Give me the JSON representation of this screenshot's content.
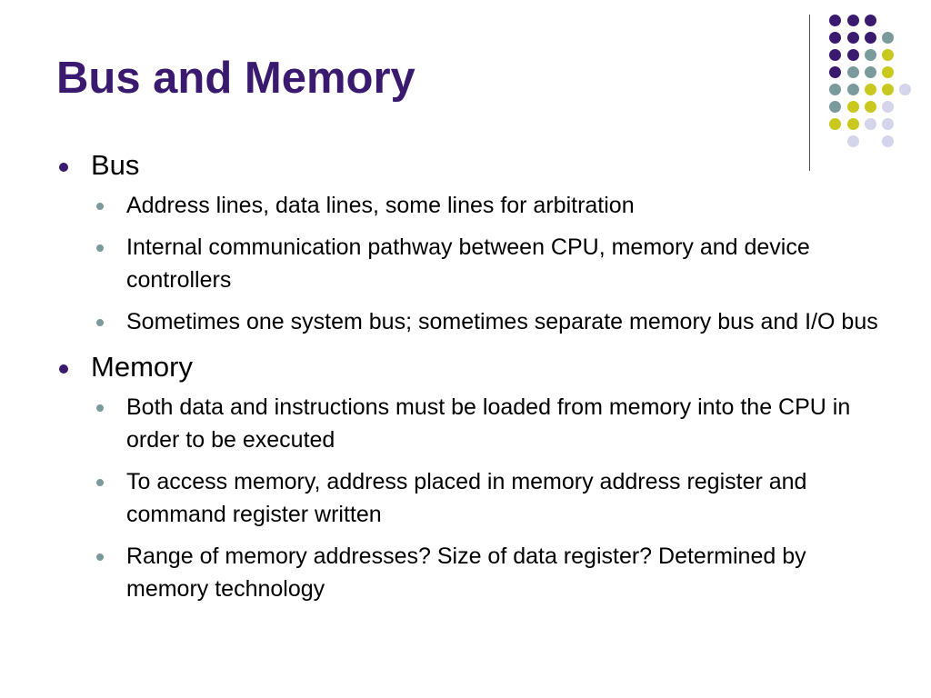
{
  "slide": {
    "title": "Bus and Memory",
    "sections": [
      {
        "heading": "Bus",
        "items": [
          "Address lines, data lines, some lines for arbitration",
          "Internal communication pathway between CPU, memory and device controllers",
          "Sometimes one system bus; sometimes separate memory bus and I/O bus"
        ]
      },
      {
        "heading": "Memory",
        "items": [
          "Both data and instructions must be loaded from memory into the CPU in order to be executed",
          "To access memory, address placed in memory address register and command register written",
          "Range of memory addresses? Size of data register? Determined by memory technology"
        ]
      }
    ]
  },
  "colors": {
    "title": "#3a1a6e",
    "purple": "#3a1a6e",
    "teal": "#7a9a9c",
    "yellow": "#c8c81e",
    "lavender": "#d4d4ea"
  }
}
